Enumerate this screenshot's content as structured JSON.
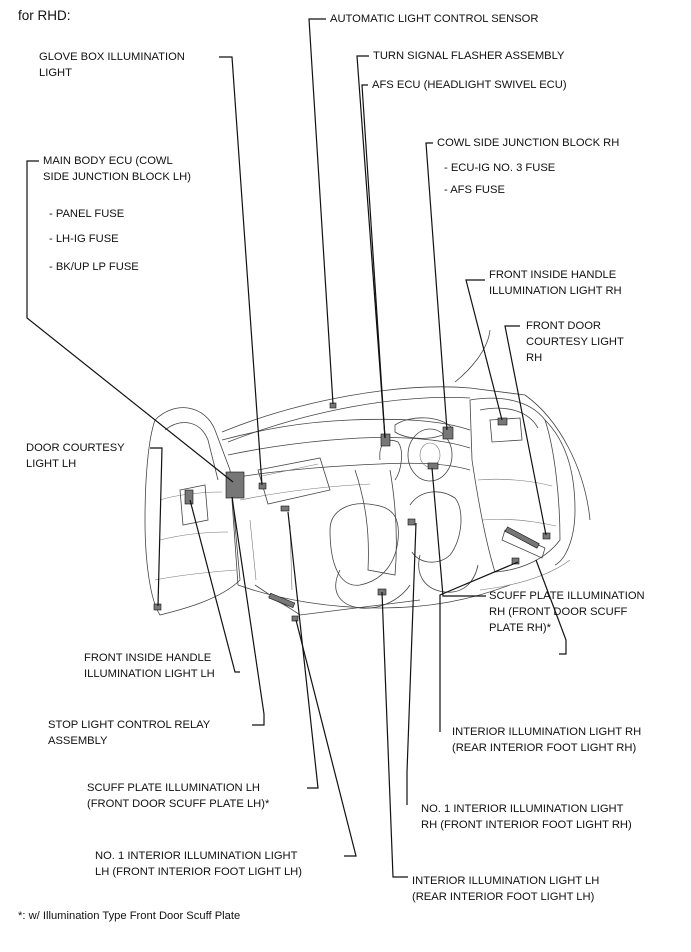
{
  "header": {
    "title": "for RHD:"
  },
  "labels": {
    "automatic_light_control_sensor": "AUTOMATIC LIGHT CONTROL SENSOR",
    "turn_signal_flasher": "TURN SIGNAL FLASHER ASSEMBLY",
    "afs_ecu": "AFS ECU (HEADLIGHT SWIVEL ECU)",
    "glove_box_light": "GLOVE BOX ILLUMINATION\nLIGHT",
    "cowl_side_jb_rh": "COWL SIDE JUNCTION BLOCK RH",
    "ecu_ig_no3_fuse": "- ECU-IG NO. 3 FUSE",
    "afs_fuse": "- AFS FUSE",
    "main_body_ecu": "MAIN BODY ECU (COWL\nSIDE JUNCTION BLOCK LH)",
    "panel_fuse": "- PANEL FUSE",
    "lh_ig_fuse": "- LH-IG FUSE",
    "bk_up_lp_fuse": "- BK/UP LP FUSE",
    "front_inside_handle_rh": "FRONT INSIDE HANDLE\nILLUMINATION LIGHT RH",
    "front_door_courtesy_rh": "FRONT DOOR\nCOURTESY LIGHT\nRH",
    "door_courtesy_lh": "DOOR COURTESY\nLIGHT LH",
    "scuff_plate_rh": "SCUFF PLATE ILLUMINATION\nRH (FRONT DOOR SCUFF\nPLATE RH)*",
    "front_inside_handle_lh": "FRONT INSIDE HANDLE\nILLUMINATION LIGHT LH",
    "stop_light_relay": "STOP LIGHT CONTROL RELAY\nASSEMBLY",
    "interior_light_rh": "INTERIOR ILLUMINATION LIGHT RH\n(REAR INTERIOR FOOT LIGHT RH)",
    "scuff_plate_lh": "SCUFF PLATE ILLUMINATION LH\n(FRONT DOOR SCUFF PLATE LH)*",
    "no1_interior_light_rh": "NO. 1 INTERIOR ILLUMINATION LIGHT\nRH (FRONT INTERIOR FOOT LIGHT RH)",
    "no1_interior_light_lh": "NO. 1 INTERIOR ILLUMINATION LIGHT\nLH (FRONT INTERIOR FOOT LIGHT LH)",
    "interior_light_lh": "INTERIOR ILLUMINATION LIGHT LH\n(REAR INTERIOR FOOT LIGHT LH)"
  },
  "footnote": "*: w/ Illumination Type Front Door Scuff Plate"
}
